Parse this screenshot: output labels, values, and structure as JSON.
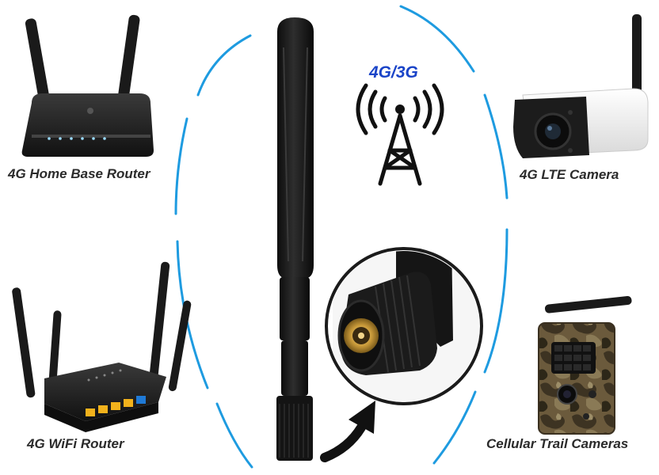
{
  "band_label": "4G/3G",
  "products": {
    "home_router": "4G Home Base Router",
    "lte_camera": "4G LTE Camera",
    "wifi_router": "4G WiFi Router",
    "trail_camera": "Cellular Trail Cameras"
  },
  "colors": {
    "arc": "#1e9be0",
    "band_label": "#1a44c8",
    "caption": "#2b2b2b",
    "antenna": "#1b1b1b",
    "connector": "#c99a3a"
  },
  "icons": [
    "cell-tower-icon",
    "curved-arrow-icon",
    "signal-wave-icon"
  ]
}
